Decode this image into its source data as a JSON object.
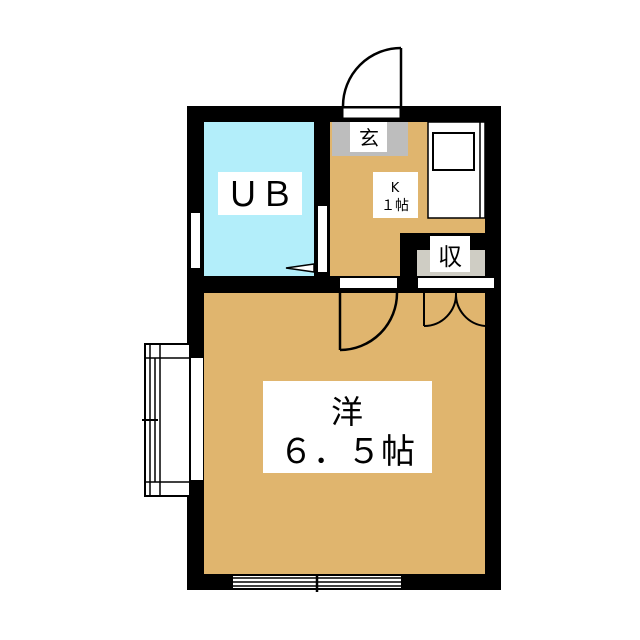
{
  "rooms": {
    "unit_bath": {
      "label": "ＵＢ"
    },
    "entrance": {
      "label": "玄"
    },
    "kitchen": {
      "label_line1": "K",
      "label_line2": "１帖"
    },
    "closet": {
      "label": "収"
    },
    "western_room": {
      "label_line1": "洋",
      "label_line2": "６．５帖"
    }
  },
  "colors": {
    "wall": "#000000",
    "floor": "#e0b56e",
    "bath": "#b3eefa",
    "entrance": "#bdbdbd",
    "closet": "#cfcdc4"
  }
}
